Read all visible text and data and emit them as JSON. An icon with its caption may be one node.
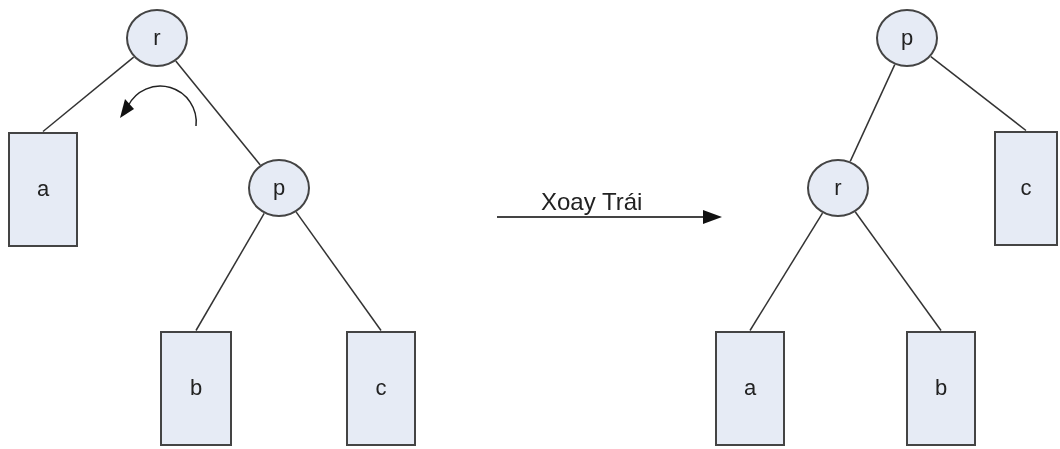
{
  "diagram": {
    "nodes": [
      {
        "text": [
          "r"
        ]
      },
      {
        "text": [
          "a"
        ]
      },
      {
        "text": [
          "p"
        ]
      },
      {
        "text": [
          "b"
        ]
      },
      {
        "text": [
          "c"
        ]
      },
      {
        "text": [
          "p"
        ]
      },
      {
        "text": [
          "r"
        ]
      },
      {
        "text": [
          "c"
        ]
      },
      {
        "text": [
          "a"
        ]
      },
      {
        "text": [
          "b"
        ]
      }
    ],
    "edges": [
      {
        "from": 0,
        "to": 1,
        "arrow": "none"
      },
      {
        "from": 0,
        "to": 2,
        "arrow": "none"
      },
      {
        "from": 2,
        "to": 3,
        "arrow": "none"
      },
      {
        "from": 2,
        "to": 4,
        "arrow": "none"
      },
      {
        "from": 5,
        "to": 6,
        "arrow": "none"
      },
      {
        "from": 5,
        "to": 7,
        "arrow": "none"
      },
      {
        "from": 6,
        "to": 8,
        "arrow": "none"
      },
      {
        "from": 6,
        "to": 9,
        "arrow": "none"
      }
    ],
    "labels": [
      "Xoay Trái"
    ]
  }
}
